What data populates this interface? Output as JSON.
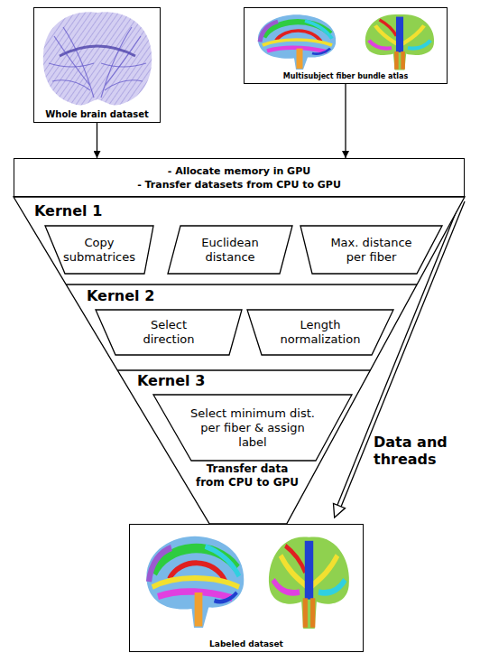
{
  "diagram": {
    "nodes": [
      {
        "text": [
          "Whole brain dataset"
        ]
      },
      {
        "text": [
          "Multisubject fiber bundle atlas"
        ]
      },
      {
        "text": [
          "- Allocate memory in GPU",
          "- Transfer datasets from CPU to GPU"
        ]
      },
      {
        "text": [
          "Transfer data from CPU to GPU"
        ]
      },
      {
        "text": [
          "Kernel 1"
        ],
        "in": 3
      },
      {
        "text": [
          "Copy submatrices"
        ],
        "in": 4
      },
      {
        "text": [
          "Euclidean distance"
        ],
        "in": 4
      },
      {
        "text": [
          "Max. distance per fiber"
        ],
        "in": 4
      },
      {
        "text": [
          "Kernel 2"
        ],
        "in": 3
      },
      {
        "text": [
          "Select direction"
        ],
        "in": 8
      },
      {
        "text": [
          "Length normalization"
        ],
        "in": 8
      },
      {
        "text": [
          "Kernel 3"
        ],
        "in": 3
      },
      {
        "text": [
          "Select minimum dist. per fiber & assign label"
        ],
        "in": 11
      },
      {
        "text": [
          "Labeled dataset"
        ]
      }
    ],
    "edges": [
      {
        "from": 0,
        "to": 2,
        "arrow": "to"
      },
      {
        "from": 1,
        "to": 2,
        "arrow": "to"
      }
    ],
    "labels": [
      "Data and threads"
    ]
  }
}
